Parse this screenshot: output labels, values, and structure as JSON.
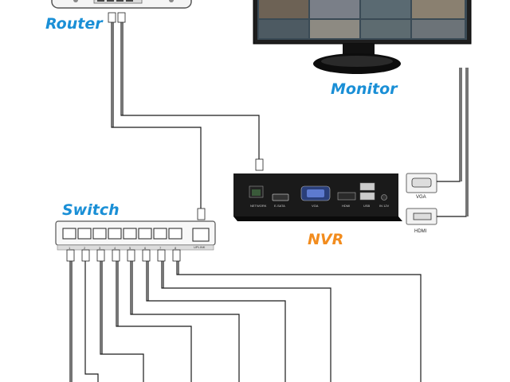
{
  "labels": {
    "router": "Router",
    "monitor": "Monitor",
    "switch": "Switch",
    "nvr": "NVR"
  },
  "nvr_ports": {
    "network": "NETWORK",
    "esata": "E-SATA",
    "vga": "VGA",
    "hdmi": "HDMI",
    "usb": "USB",
    "power": "IN 12V"
  },
  "connectors": {
    "vga": "VGA",
    "hdmi": "HDMI"
  },
  "switch": {
    "uplink": "UPLINK",
    "port_numbers": [
      "1",
      "2",
      "3",
      "4",
      "5",
      "6",
      "7",
      "8"
    ]
  },
  "colors": {
    "blue_label": "#1a8fd6",
    "orange_label": "#f28c1e",
    "cable": "#1a1a1a"
  }
}
